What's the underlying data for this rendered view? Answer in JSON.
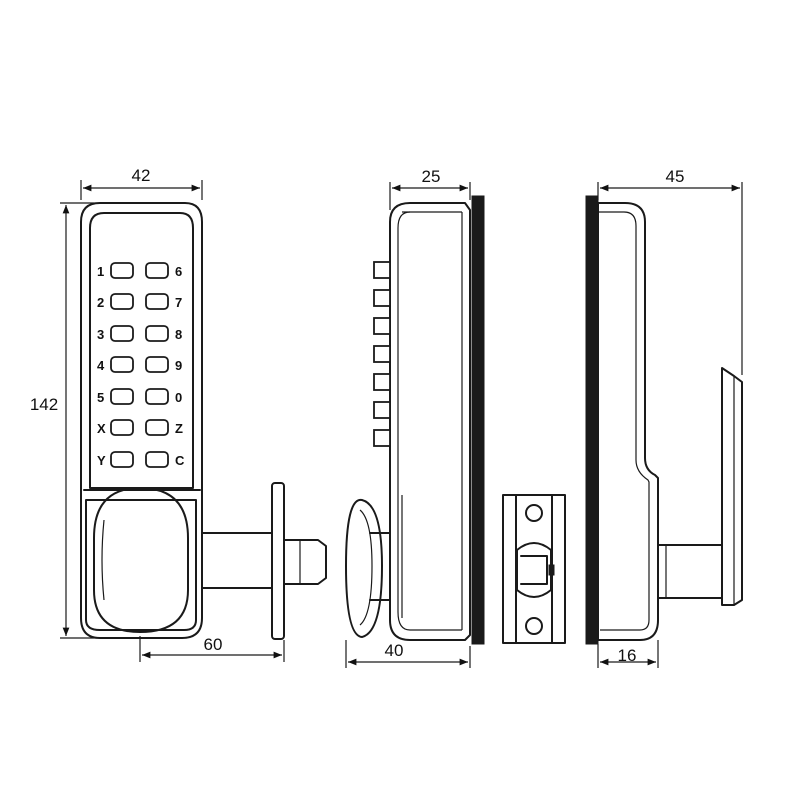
{
  "dimensions": {
    "front_width": "42",
    "front_height": "142",
    "front_spindle": "60",
    "side_width_top": "25",
    "side_width_bottom": "40",
    "back_width_top": "45",
    "back_width_bottom": "16"
  },
  "keypad": {
    "left_keys": [
      "1",
      "2",
      "3",
      "4",
      "5",
      "X",
      "Y"
    ],
    "right_keys": [
      "6",
      "7",
      "8",
      "9",
      "0",
      "Z",
      "C"
    ]
  }
}
